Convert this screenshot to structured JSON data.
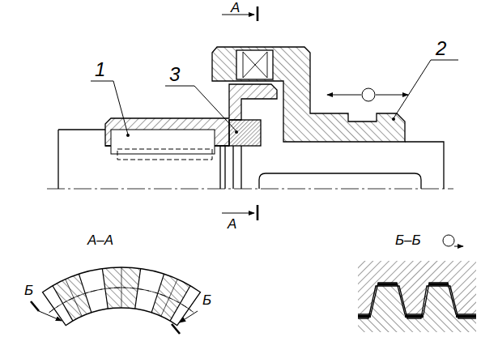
{
  "diagram": {
    "labels": [
      "А",
      "1",
      "3",
      "2",
      "А",
      "А–А",
      "Б–Б",
      "Б",
      "Б"
    ]
  }
}
